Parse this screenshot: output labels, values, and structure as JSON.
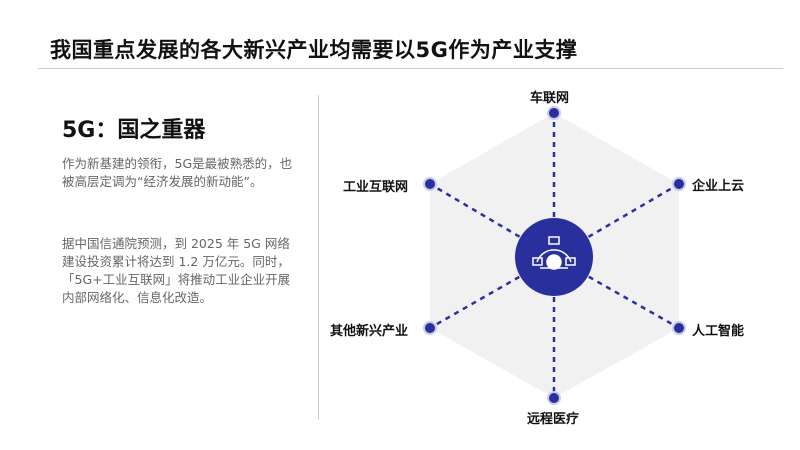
{
  "title": "我国重点发展的各大新兴产业均需要以5G作为产业支撑",
  "left": {
    "heading": "5G：国之重器",
    "para1": "作为新基建的领衔，5G是最被熟悉的，也被高层定调为“经济发展的新动能”。",
    "para2": "据中国信通院预测，到 2025 年 5G 网络建设投资累计将达到 1.2 万亿元。同时，「5G+工业互联网」将推动工业企业开展内部网络化、信息化改造。"
  },
  "diagram": {
    "center_icon": "network-globe-icon",
    "accent": "#2a2f9e",
    "nodes": [
      "车联网",
      "企业上云",
      "人工智能",
      "远程医疗",
      "其他新兴产业",
      "工业互联网"
    ]
  }
}
